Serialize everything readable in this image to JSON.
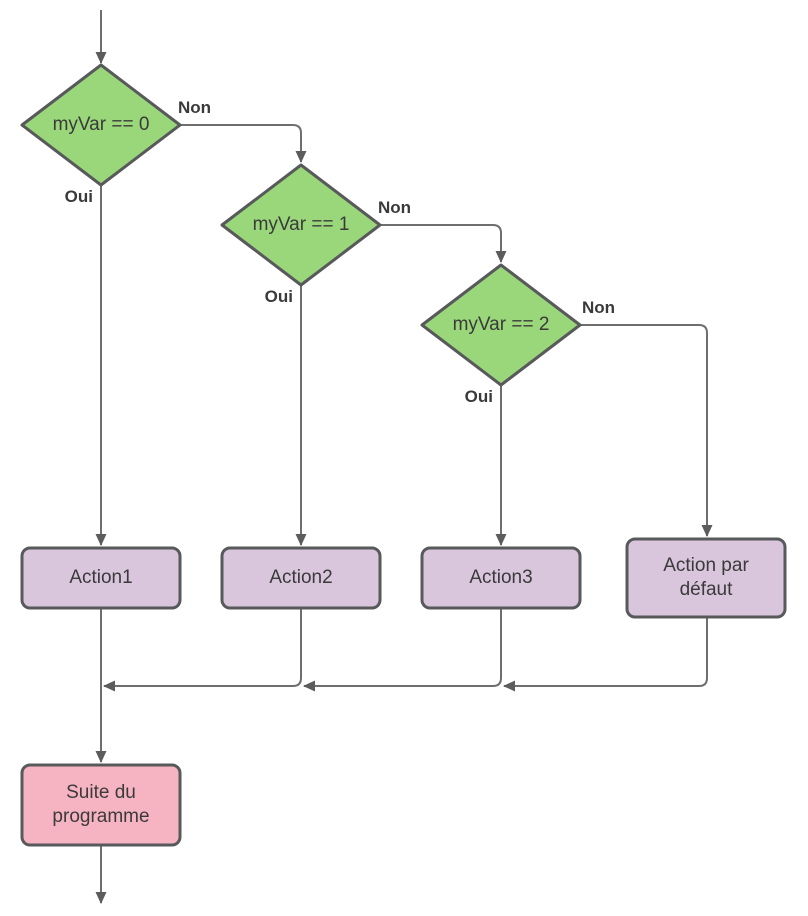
{
  "palette": {
    "decision_fill": "#9ad77a",
    "action_fill": "#d9c5dc",
    "terminal_fill": "#f6b4c3",
    "shape_border": "#58595b",
    "connector": "#6e6e6e",
    "arrowhead": "#5c5c5c",
    "text": "#3a3a3a"
  },
  "flowchart": {
    "decisions": [
      {
        "condition": "myVar == 0",
        "yes": "Oui",
        "no": "Non"
      },
      {
        "condition": "myVar == 1",
        "yes": "Oui",
        "no": "Non"
      },
      {
        "condition": "myVar == 2",
        "yes": "Oui",
        "no": "Non"
      }
    ],
    "actions": [
      "Action1",
      "Action2",
      "Action3",
      "Action par défaut"
    ],
    "terminal": "Suite du programme"
  }
}
